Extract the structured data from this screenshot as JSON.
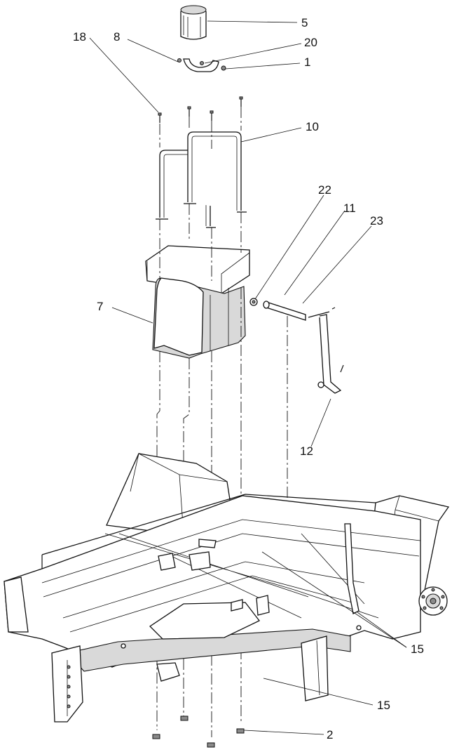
{
  "callouts": [
    "5",
    "18",
    "8",
    "20",
    "1",
    "10",
    "22",
    "11",
    "23",
    "7",
    "12",
    "15",
    "15",
    "2"
  ]
}
